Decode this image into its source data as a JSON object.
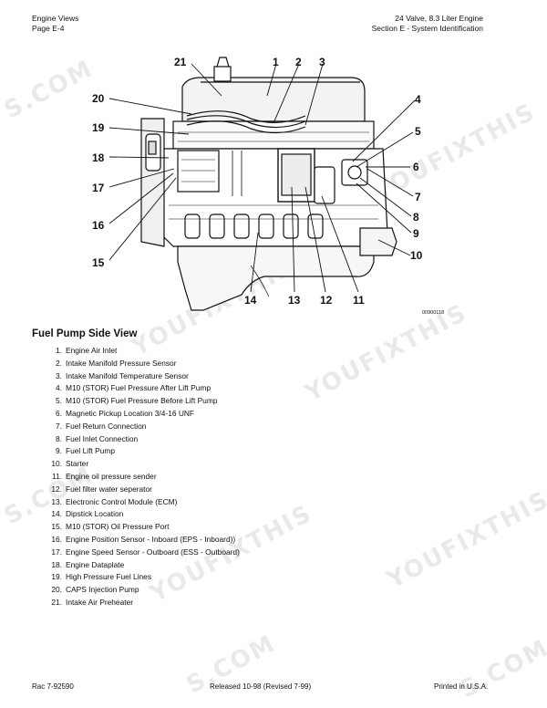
{
  "header": {
    "left_line1": "Engine Views",
    "left_line2": "Page E-4",
    "right_line1": "24 Valve, 8.3 Liter Engine",
    "right_line2": "Section E - System Identification"
  },
  "watermark": {
    "text_a": "YOUFIXTHIS",
    "text_b": "S.COM"
  },
  "diagram": {
    "callouts": [
      "21",
      "1",
      "2",
      "3",
      "4",
      "5",
      "6",
      "7",
      "8",
      "9",
      "10",
      "11",
      "12",
      "13",
      "14",
      "15",
      "16",
      "17",
      "18",
      "19",
      "20"
    ],
    "figure_code": "00900118"
  },
  "section_title": "Fuel Pump Side View",
  "parts": [
    {
      "n": "1.",
      "label": "Engine Air Inlet"
    },
    {
      "n": "2.",
      "label": "Intake Manifold Pressure Sensor"
    },
    {
      "n": "3.",
      "label": "Intake Manifold Temperature Sensor"
    },
    {
      "n": "4.",
      "label": "M10 (STOR) Fuel Pressure After Lift Pump"
    },
    {
      "n": "5.",
      "label": "M10 (STOR) Fuel Pressure Before Lift Pump"
    },
    {
      "n": "6.",
      "label": "Magnetic Pickup Location 3/4-16 UNF"
    },
    {
      "n": "7.",
      "label": "Fuel Return Connection"
    },
    {
      "n": "8.",
      "label": "Fuel Inlet Connection"
    },
    {
      "n": "9.",
      "label": "Fuel Lift Pump"
    },
    {
      "n": "10.",
      "label": "Starter"
    },
    {
      "n": "11.",
      "label": "Engine oil pressure sender"
    },
    {
      "n": "12.",
      "label": "Fuel filter water seperator"
    },
    {
      "n": "13.",
      "label": "Electronic Control Module (ECM)"
    },
    {
      "n": "14.",
      "label": "Dipstick Location"
    },
    {
      "n": "15.",
      "label": "M10 (STOR) Oil Pressure Port"
    },
    {
      "n": "16.",
      "label": "Engine Position Sensor - Inboard (EPS - Inboard))"
    },
    {
      "n": "17.",
      "label": "Engine Speed Sensor - Outboard (ESS - Outboard)"
    },
    {
      "n": "18.",
      "label": "Engine Dataplate"
    },
    {
      "n": "19.",
      "label": "High Pressure Fuel Lines"
    },
    {
      "n": "20.",
      "label": "CAPS Injection Pump"
    },
    {
      "n": "21.",
      "label": "Intake Air Preheater"
    }
  ],
  "footer": {
    "left": "Rac 7-92590",
    "center": "Released 10-98 (Revised 7-99)",
    "right": "Printed in U.S.A."
  }
}
